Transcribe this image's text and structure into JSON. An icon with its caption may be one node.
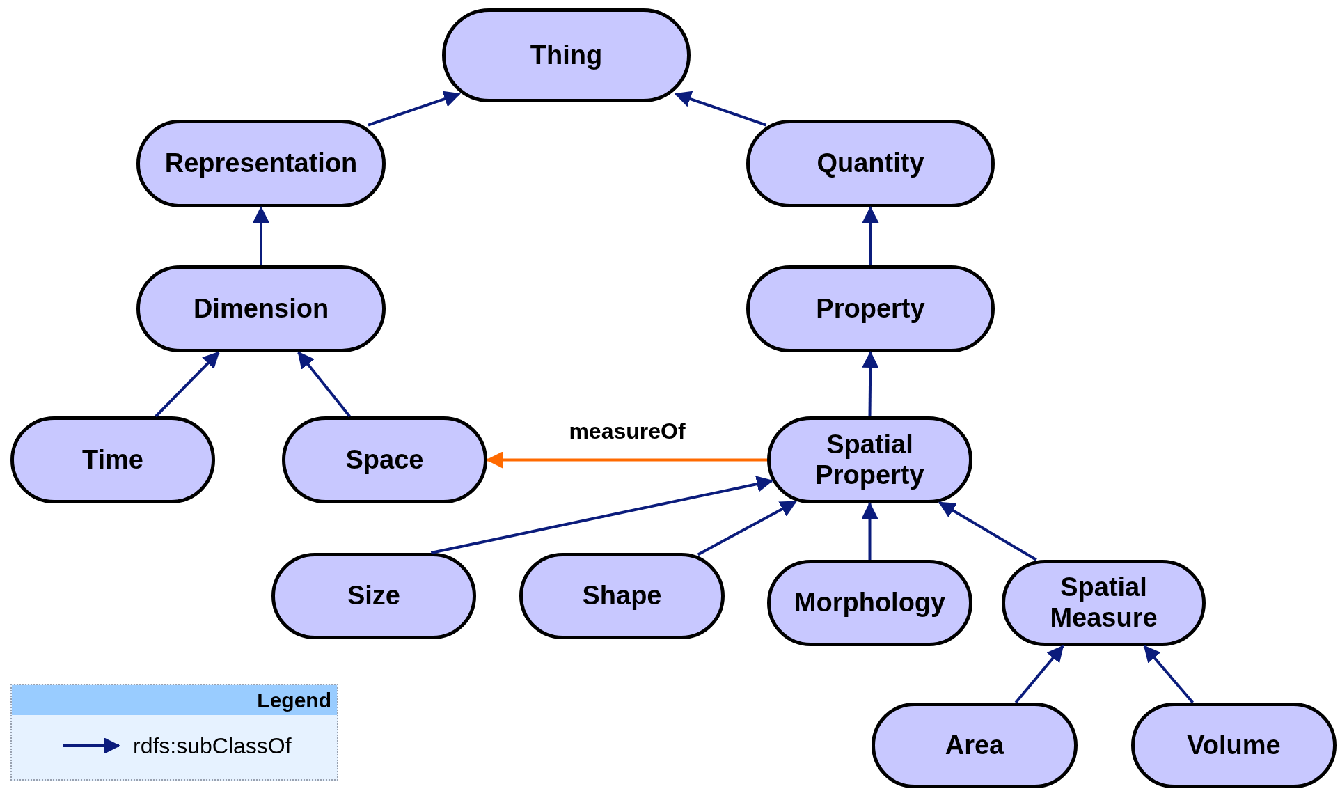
{
  "diagram": {
    "nodes": [
      {
        "text": [
          "Thing"
        ]
      },
      {
        "text": [
          "Representation"
        ]
      },
      {
        "text": [
          "Quantity"
        ]
      },
      {
        "text": [
          "Dimension"
        ]
      },
      {
        "text": [
          "Property"
        ]
      },
      {
        "text": [
          "Time"
        ]
      },
      {
        "text": [
          "Space"
        ]
      },
      {
        "text": [
          "Spatial Property"
        ]
      },
      {
        "text": [
          "Size"
        ]
      },
      {
        "text": [
          "Shape"
        ]
      },
      {
        "text": [
          "Morphology"
        ]
      },
      {
        "text": [
          "Spatial Measure"
        ]
      },
      {
        "text": [
          "Area"
        ]
      },
      {
        "text": [
          "Volume"
        ]
      }
    ],
    "edges": [
      {
        "from": 1,
        "to": 0,
        "arrow": "to"
      },
      {
        "from": 2,
        "to": 0,
        "arrow": "to"
      },
      {
        "from": 3,
        "to": 1,
        "arrow": "to"
      },
      {
        "from": 4,
        "to": 2,
        "arrow": "to"
      },
      {
        "from": 5,
        "to": 3,
        "arrow": "to"
      },
      {
        "from": 6,
        "to": 3,
        "arrow": "to"
      },
      {
        "from": 7,
        "to": 4,
        "arrow": "to"
      },
      {
        "from": 7,
        "to": 6,
        "arrow": "to",
        "label": "measureOf",
        "color": "#ff6a00"
      },
      {
        "from": 8,
        "to": 7,
        "arrow": "to"
      },
      {
        "from": 9,
        "to": 7,
        "arrow": "to"
      },
      {
        "from": 10,
        "to": 7,
        "arrow": "to"
      },
      {
        "from": 11,
        "to": 7,
        "arrow": "to"
      },
      {
        "from": 12,
        "to": 11,
        "arrow": "to"
      },
      {
        "from": 13,
        "to": 11,
        "arrow": "to"
      }
    ],
    "labels": [
      "Legend"
    ],
    "legend": [
      {
        "text": "rdfs:subClassOf"
      }
    ]
  }
}
